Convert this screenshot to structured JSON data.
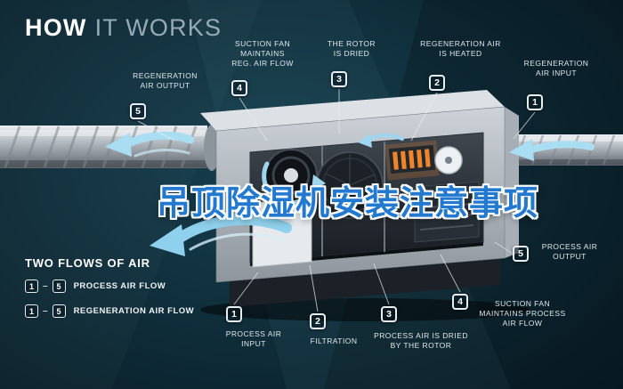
{
  "header": {
    "title_strong": "HOW",
    "title_rest": "IT WORKS"
  },
  "overlay_title": "吊顶除湿机安装注意事项",
  "colors": {
    "background_dark": "#081d27",
    "background_mid": "#123240",
    "flow_arrow_blue": "#9ed6ef",
    "heater_orange": "#f08428",
    "overlay_title_blue": "#2279cf",
    "badge_border": "#e9eef1",
    "label_text": "#dfe7ea"
  },
  "regeneration_callouts": [
    {
      "num": "1",
      "label": "REGENERATION\nAIR INPUT"
    },
    {
      "num": "2",
      "label": "REGENERATION AIR\nIS HEATED"
    },
    {
      "num": "3",
      "label": "THE ROTOR\nIS DRIED"
    },
    {
      "num": "4",
      "label": "SUCTION FAN\nMAINTAINS\nREG. AIR FLOW"
    },
    {
      "num": "5",
      "label": "REGENERATION\nAIR OUTPUT"
    }
  ],
  "process_callouts": [
    {
      "num": "1",
      "label": "PROCESS AIR\nINPUT"
    },
    {
      "num": "2",
      "label": "FILTRATION"
    },
    {
      "num": "3",
      "label": "PROCESS AIR IS DRIED\nBY THE ROTOR"
    },
    {
      "num": "4",
      "label": "SUCTION FAN\nMAINTAINS PROCESS\nAIR FLOW"
    },
    {
      "num": "5",
      "label": "PROCESS AIR\nOUTPUT"
    }
  ],
  "legend": {
    "title": "TWO FLOWS OF AIR",
    "rows": [
      {
        "start": "1",
        "end": "5",
        "separator": "–",
        "label": "PROCESS AIR FLOW"
      },
      {
        "start": "1",
        "end": "5",
        "separator": "–",
        "label": "REGENERATION AIR FLOW"
      }
    ]
  }
}
